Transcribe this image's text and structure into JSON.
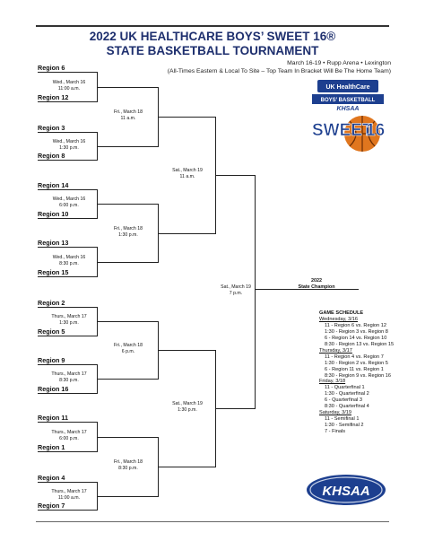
{
  "header": {
    "title_line1": "2022 UK HEALTHCARE BOYS’ SWEET 16®",
    "title_line2": "STATE BASKETBALL TOURNAMENT",
    "dates_location": "March 16-19 • Rupp Arena • Lexington",
    "note": "(All-Times Eastern & Local To Site – Top Team In Bracket Will Be The Home Team)"
  },
  "bracket": {
    "first_round": [
      {
        "top": "Region 6",
        "bottom": "Region 12",
        "day": "Wed., March 16",
        "time": "11:00 a.m."
      },
      {
        "top": "Region 3",
        "bottom": "Region 8",
        "day": "Wed., March 16",
        "time": "1:30 p.m."
      },
      {
        "top": "Region 14",
        "bottom": "Region 10",
        "day": "Wed., March 16",
        "time": "6:00 p.m."
      },
      {
        "top": "Region 13",
        "bottom": "Region 15",
        "day": "Wed., March 16",
        "time": "8:30 p.m."
      },
      {
        "top": "Region 2",
        "bottom": "Region 5",
        "day": "Thurs., March 17",
        "time": "1:30 p.m."
      },
      {
        "top": "Region 9",
        "bottom": "Region 16",
        "day": "Thurs., March 17",
        "time": "8:30 p.m."
      },
      {
        "top": "Region 11",
        "bottom": "Region 1",
        "day": "Thurs., March 17",
        "time": "6:00 p.m."
      },
      {
        "top": "Region 4",
        "bottom": "Region 7",
        "day": "Thurs., March 17",
        "time": "11:00 a.m."
      }
    ],
    "quarterfinals": [
      {
        "day": "Fri., March 18",
        "time": "11 a.m."
      },
      {
        "day": "Fri., March 18",
        "time": "1:30 p.m."
      },
      {
        "day": "Fri., March 18",
        "time": "6 p.m."
      },
      {
        "day": "Fri., March 18",
        "time": "8:30 p.m."
      }
    ],
    "semifinals": [
      {
        "day": "Sat., March 19",
        "time": "11 a.m."
      },
      {
        "day": "Sat., March 19",
        "time": "1:30 p.m."
      }
    ],
    "final": {
      "day": "Sat., March 19",
      "time": "7 p.m."
    },
    "champion": {
      "year": "2022",
      "label": "State Champion"
    }
  },
  "schedule": {
    "heading": "GAME SCHEDULE",
    "days": [
      {
        "day": "Wednesday, 3/16",
        "games": [
          "11 - Region 6 vs. Region 12",
          "1:30 - Region 3 vs. Region 8",
          "6 - Region 14 vs. Region 10",
          "8:30 - Region 13 vs. Region 15"
        ]
      },
      {
        "day": "Thursday, 3/17",
        "games": [
          "11 - Region 4 vs. Region 7",
          "1:30 - Region 2 vs. Region 5",
          "6 - Region 11 vs. Region 1",
          "8:30 - Region 9 vs. Region 16"
        ]
      },
      {
        "day": "Friday, 3/18",
        "games": [
          "11 - Quarterfinal 1",
          "1:30 - Quarterfinal 2",
          "6 - Quarterfinal 3",
          "8:30 - Quarterfinal 4"
        ]
      },
      {
        "day": "Saturday, 3/19",
        "games": [
          "11 - Semifinal 1",
          "1:30 - Semifinal 2",
          "7 - Finals"
        ]
      }
    ]
  },
  "logo": {
    "sponsor": "UK HealthCare",
    "ribbon": "BOYS’ BASKETBALL",
    "org": "KHSAA",
    "wordmark_left": "SWEET",
    "wordmark_right": "16"
  },
  "footer_logo": {
    "text": "KHSAA"
  },
  "colors": {
    "title": "#1e2f6e",
    "logo_blue": "#1d3f8f",
    "ball_orange": "#e0761e"
  }
}
